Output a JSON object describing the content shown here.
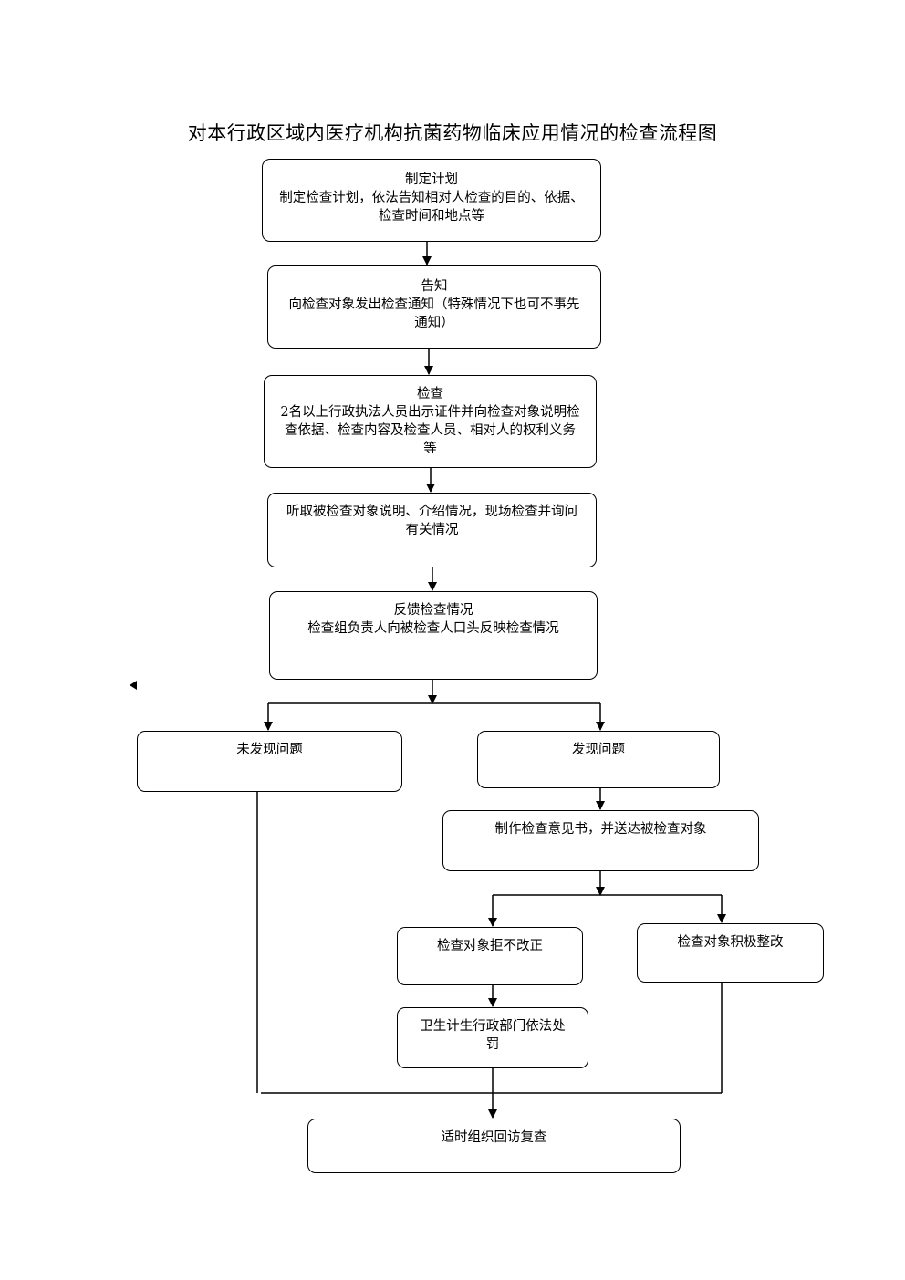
{
  "title": "对本行政区域内医疗机构抗菌药物临床应用情况的检查流程图",
  "steps": {
    "plan": {
      "heading": "制定计划",
      "text": "制定检查计划，依法告知相对人检查的目的、依据、检查时间和地点等"
    },
    "notify": {
      "heading": "告知",
      "text": "向检查对象发出检查通知（特殊情况下也可不事先通知）"
    },
    "inspect": {
      "heading": "检查",
      "text": "2名以上行政执法人员出示证件并向检查对象说明检查依据、检查内容及检查人员、相对人的权利义务等"
    },
    "listen": {
      "text": "听取被检查对象说明、介绍情况，现场检查并询问有关情况"
    },
    "feedback": {
      "heading": "反馈检查情况",
      "text": "检查组负责人向被检查人口头反映检查情况"
    },
    "no_issue": {
      "text": "未发现问题"
    },
    "issue": {
      "text": "发现问题"
    },
    "opinion": {
      "text": "制作检查意见书，并送达被检查对象"
    },
    "refuse": {
      "text": "检查对象拒不改正"
    },
    "active": {
      "text": "检查对象积极整改"
    },
    "penalty": {
      "text": "卫生计生行政部门依法处罚"
    },
    "revisit": {
      "text": "适时组织回访复查"
    }
  }
}
